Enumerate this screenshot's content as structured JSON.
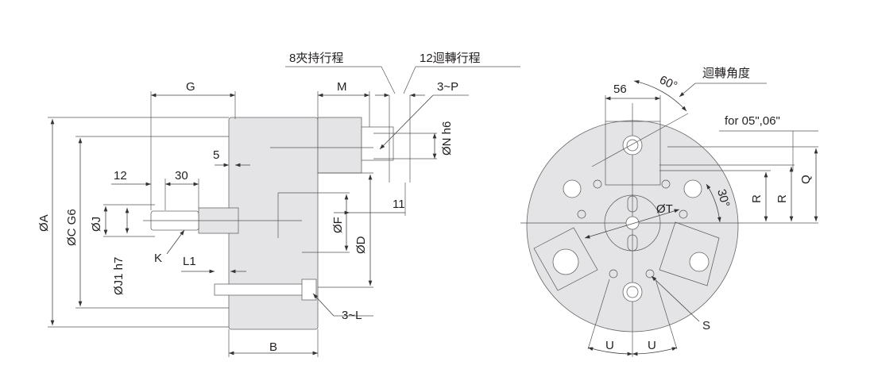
{
  "colors": {
    "body_fill": "#e4e4e6",
    "line": "#555555"
  },
  "side_view": {
    "labels": {
      "clamp_stroke": "8夾持行程",
      "rotate_stroke": "12迴轉行程",
      "G": "G",
      "M": "M",
      "P": "3~P",
      "N": "ØN h6",
      "five": "5",
      "twelve": "12",
      "thirty": "30",
      "eleven": "11",
      "A": "ØA",
      "C": "ØC G6",
      "J": "ØJ",
      "J1": "ØJ1 h7",
      "K": "K",
      "L1": "L1",
      "F": "ØF",
      "D": "ØD",
      "L": "3~L",
      "B": "B"
    }
  },
  "front_view": {
    "labels": {
      "rotation_angle": "迴轉角度",
      "fifty_six": "56",
      "sixty": "60°",
      "for_models": "for 05\",06\"",
      "thirty_deg": "30°",
      "T": "ØT",
      "R1": "R",
      "R2": "R",
      "Q": "Q",
      "S": "S",
      "U1": "U",
      "U2": "U"
    }
  }
}
